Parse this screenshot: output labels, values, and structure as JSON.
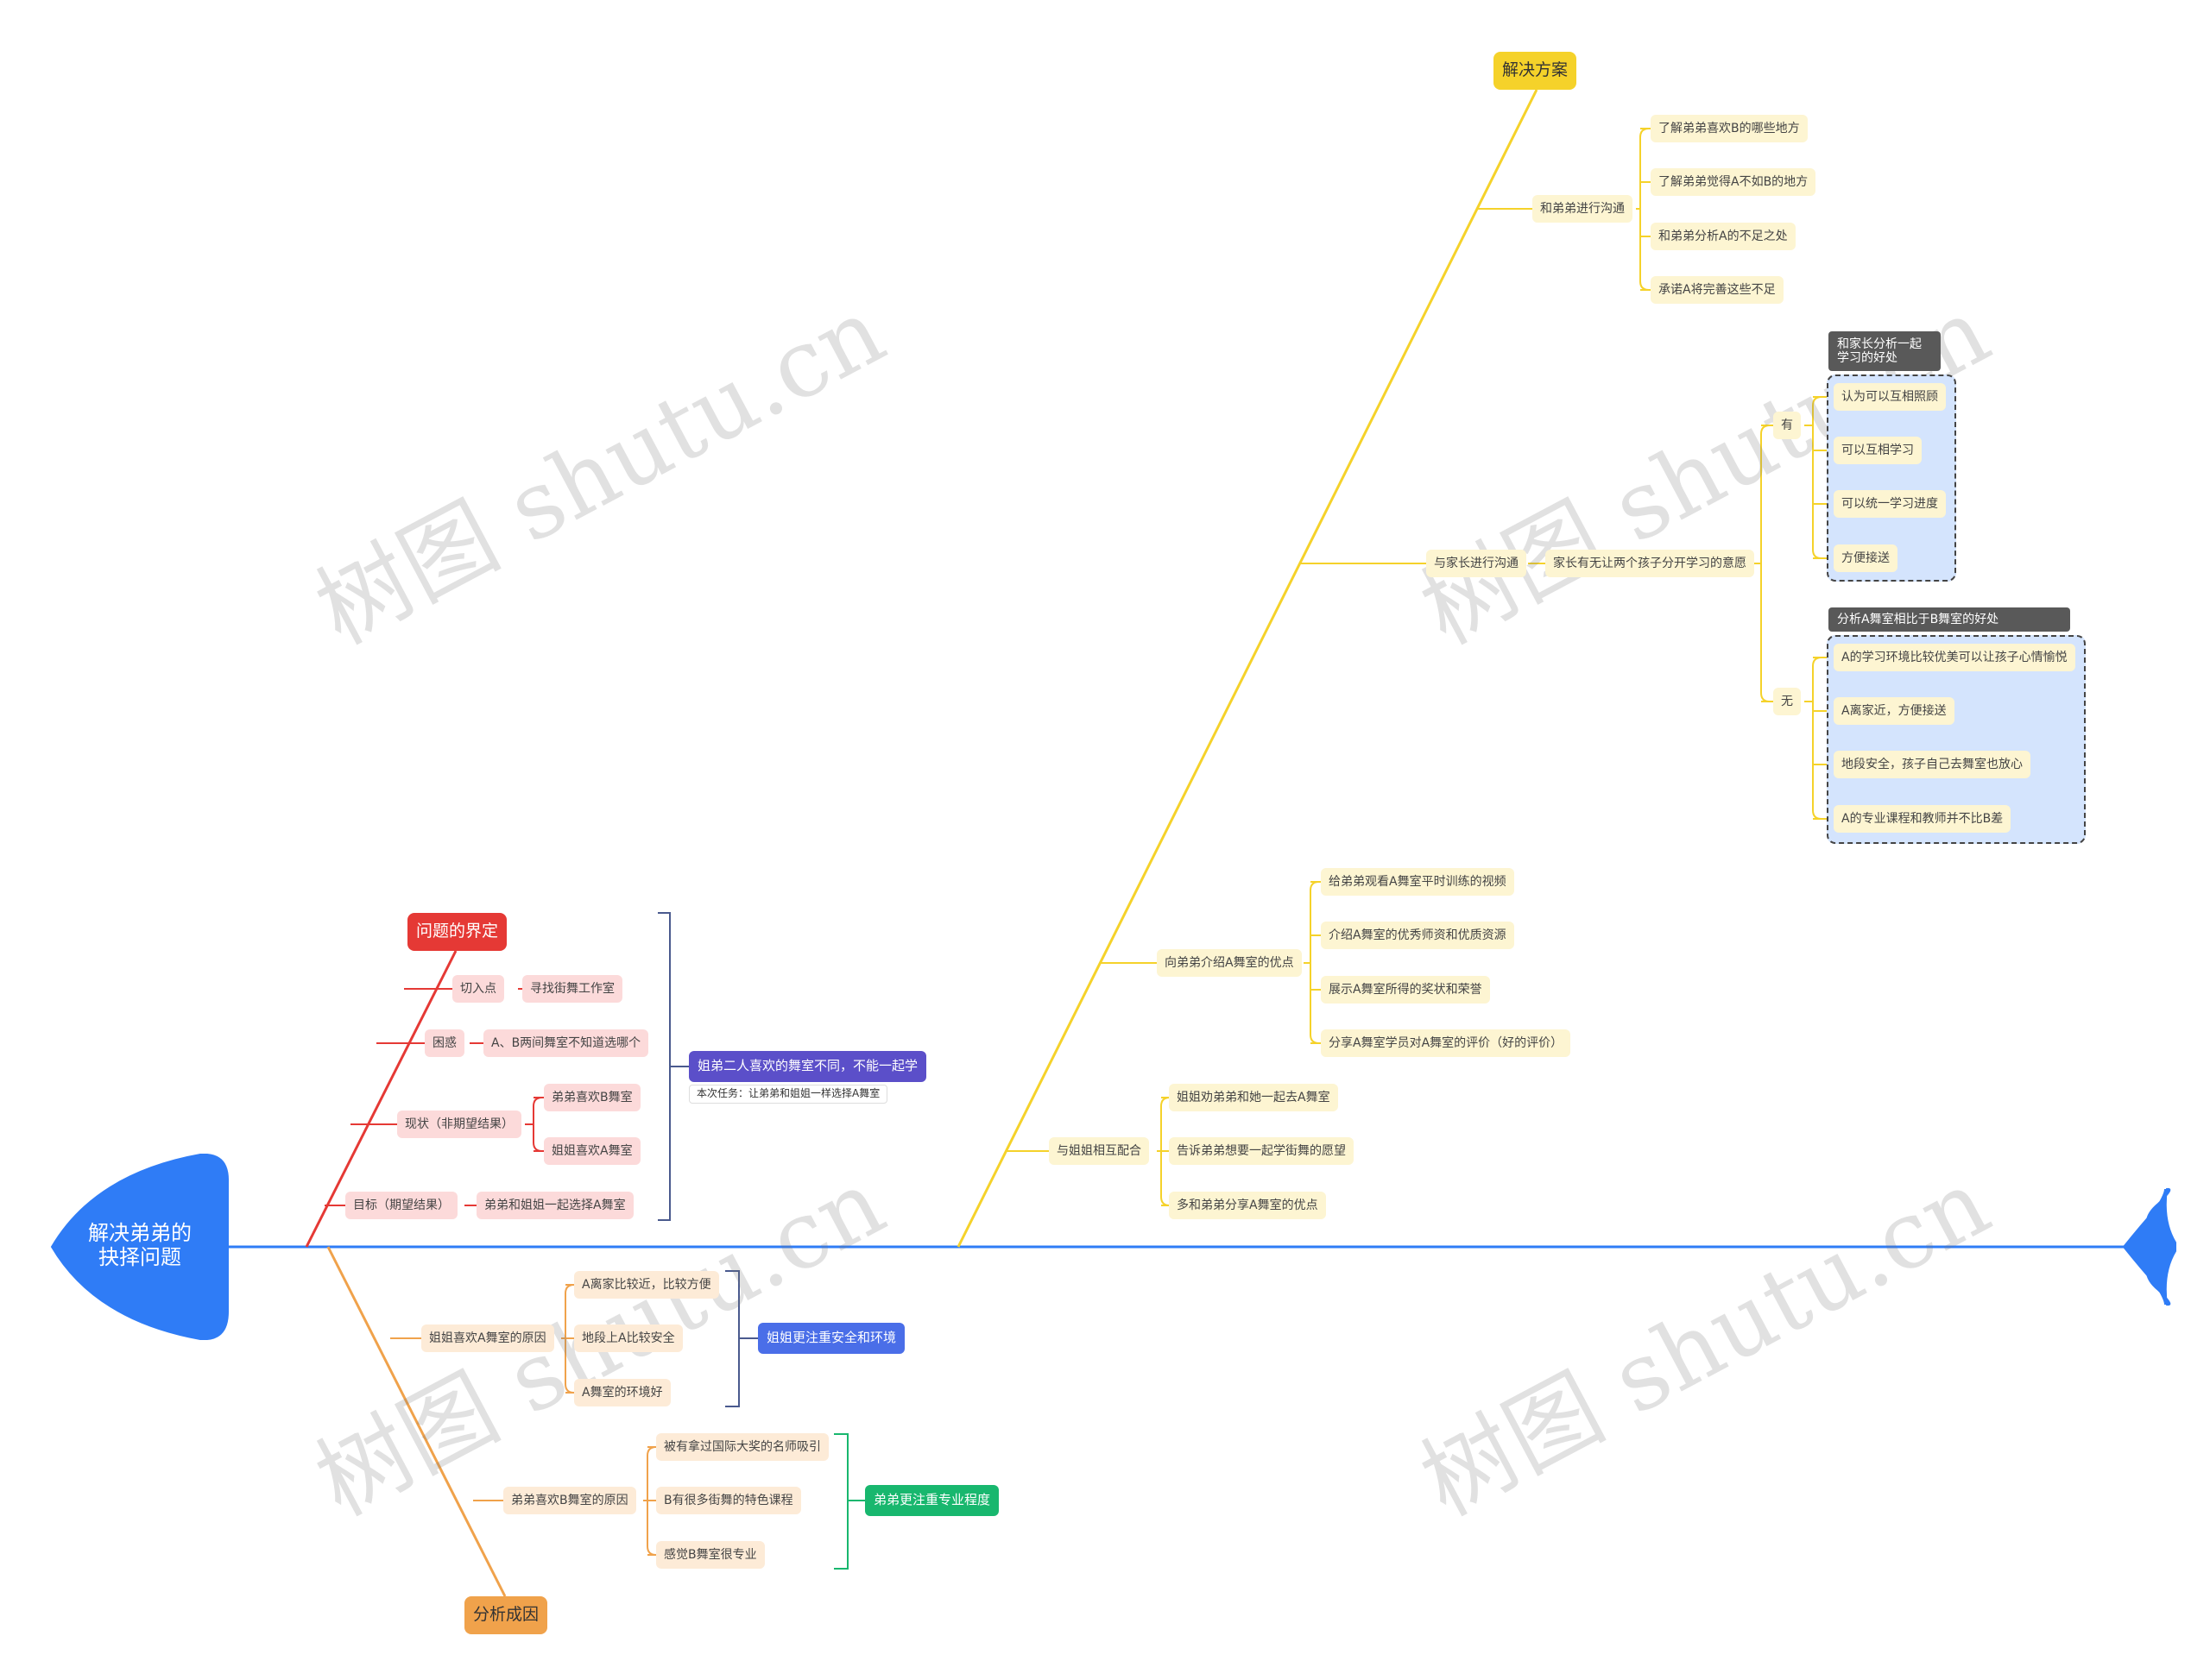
{
  "root": {
    "label": "解决弟弟的\n抉择问题"
  },
  "colors": {
    "spine": "#2f7cf6",
    "problem": "#e53935",
    "analysis": "#f0a24b",
    "solution": "#f5d22a",
    "summary_purple": "#5b4fc9",
    "summary_blue": "#4a6ee8",
    "summary_green": "#18b76e"
  },
  "problem": {
    "title": "问题的界定",
    "rows": [
      {
        "label": "切入点",
        "children": [
          "寻找街舞工作室"
        ]
      },
      {
        "label": "困惑",
        "children": [
          "A、B两间舞室不知道选哪个"
        ]
      },
      {
        "label": "现状（非期望结果）",
        "children": [
          "弟弟喜欢B舞室",
          "姐姐喜欢A舞室"
        ]
      },
      {
        "label": "目标（期望结果）",
        "children": [
          "弟弟和姐姐一起选择A舞室"
        ]
      }
    ],
    "summary": "姐弟二人喜欢的舞室不同，不能一起学",
    "summary_note": "本次任务：让弟弟和姐姐一样选择A舞室"
  },
  "analysis": {
    "title": "分析成因",
    "sister": {
      "label": "姐姐喜欢A舞室的原因",
      "children": [
        "A离家比较近，比较方便",
        "地段上A比较安全",
        "A舞室的环境好"
      ],
      "summary": "姐姐更注重安全和环境"
    },
    "brother": {
      "label": "弟弟喜欢B舞室的原因",
      "children": [
        "被有拿过国际大奖的名师吸引",
        "B有很多街舞的特色课程",
        "感觉B舞室很专业"
      ],
      "summary": "弟弟更注重专业程度"
    }
  },
  "solution": {
    "title": "解决方案",
    "communicate_brother": {
      "label": "和弟弟进行沟通",
      "children": [
        "了解弟弟喜欢B的哪些地方",
        "了解弟弟觉得A不如B的地方",
        "和弟弟分析A的不足之处",
        "承诺A将完善这些不足"
      ]
    },
    "communicate_parents": {
      "label": "与家长进行沟通",
      "question": "家长有无让两个孩子分开学习的意愿",
      "yes": {
        "label": "有",
        "group_title": "和家长分析一起\n学习的好处",
        "children": [
          "认为可以互相照顾",
          "可以互相学习",
          "可以统一学习进度",
          "方便接送"
        ]
      },
      "no": {
        "label": "无",
        "group_title": "分析A舞室相比于B舞室的好处",
        "children": [
          "A的学习环境比较优美可以让孩子心情愉悦",
          "A离家近，方便接送",
          "地段安全，孩子自己去舞室也放心",
          "A的专业课程和教师并不比B差"
        ]
      }
    },
    "introduce_a": {
      "label": "向弟弟介绍A舞室的优点",
      "children": [
        "给弟弟观看A舞室平时训练的视频",
        "介绍A舞室的优秀师资和优质资源",
        "展示A舞室所得的奖状和荣誉",
        "分享A舞室学员对A舞室的评价（好的评价）"
      ]
    },
    "cooperate_sister": {
      "label": "与姐姐相互配合",
      "children": [
        "姐姐劝弟弟和她一起去A舞室",
        "告诉弟弟想要一起学街舞的愿望",
        "多和弟弟分享A舞室的优点"
      ]
    }
  },
  "watermark": "树图 shutu.cn"
}
